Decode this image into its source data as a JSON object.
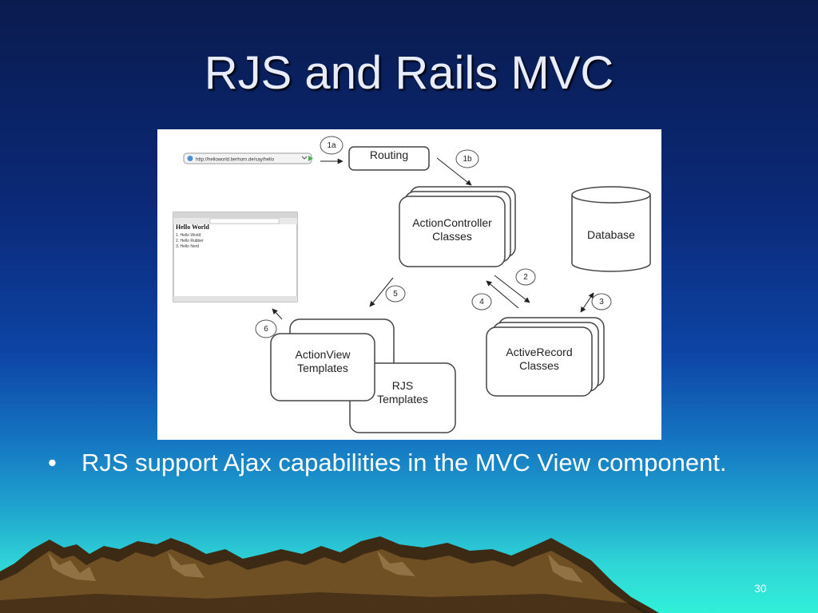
{
  "slide": {
    "title": "RJS and Rails MVC",
    "number": "30"
  },
  "diagram": {
    "browser_url_bar": {
      "url": "http://helloworld.berhorn.de/say/hello"
    },
    "browser_window": {
      "heading": "Hello World",
      "items": [
        "1. Hello World",
        "2. Hello Rubber",
        "3. Hello Nerd"
      ]
    },
    "boxes": {
      "routing": "Routing",
      "action_controller": [
        "ActionController",
        "Classes"
      ],
      "database": "Database",
      "action_view": [
        "ActionView",
        "Templates"
      ],
      "rjs": [
        "RJS",
        "Templates"
      ],
      "active_record": [
        "ActiveRecord",
        "Classes"
      ]
    },
    "steps": [
      "1a",
      "1b",
      "2",
      "3",
      "4",
      "5",
      "6"
    ]
  },
  "bullets": [
    {
      "text": "RJS support Ajax capabilities in the MVC View component."
    }
  ],
  "bullet_char": "•",
  "colors": {
    "title": "#e8ecff",
    "mountain_dark": "#3d2a14",
    "mountain_mid": "#6f4f24",
    "mountain_light": "#9a7b4c"
  }
}
